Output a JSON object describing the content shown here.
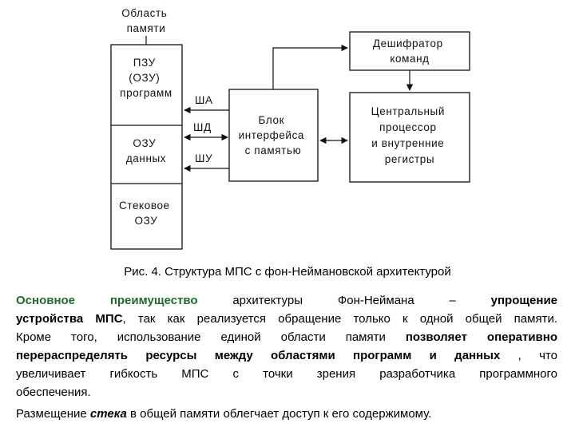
{
  "diagram": {
    "memory_area_label": [
      "Область",
      "памяти"
    ],
    "rom_block": [
      "ПЗУ",
      "(ОЗУ)",
      "программ"
    ],
    "ram_data_block": [
      "ОЗУ",
      "данных"
    ],
    "stack_block": [
      "Стековое",
      "ОЗУ"
    ],
    "bus_labels": {
      "address": "ША",
      "data": "ШД",
      "control": "ШУ"
    },
    "interface_block": [
      "Блок",
      "интерфейса",
      "с памятью"
    ],
    "decoder_block": [
      "Дешифратор",
      "команд"
    ],
    "cpu_block": [
      "Центральный",
      "процессор",
      "и внутренние",
      "регистры"
    ]
  },
  "caption": "Рис. 4. Структура МПС с фон-Неймановской архитектурой",
  "paragraph1": {
    "l1_a": "Основное преимущество",
    "l1_b": "архитектуры",
    "l1_c": "Фон-Неймана",
    "l1_d": "–",
    "l1_e": "упрощение",
    "l2_a": "устройства МПС",
    "l2_b": ", так как реализуется обращение только к одной общей памяти.",
    "l3_a": "Кроме того, использование единой области памяти",
    "l3_b": "позволяет оперативно",
    "l4_a": "перераспределять ресурсы между областями программ и данных",
    "l4_b": ", что",
    "l5": "увеличивает гибкость МПС с точки зрения разработчика программного",
    "l6": "обеспечения."
  },
  "paragraph2": {
    "a": "Размещение",
    "b": "стека",
    "c": "в общей памяти облегчает доступ к его содержимому."
  },
  "colors": {
    "highlight": "#1e6b2c",
    "stroke": "#111111"
  }
}
